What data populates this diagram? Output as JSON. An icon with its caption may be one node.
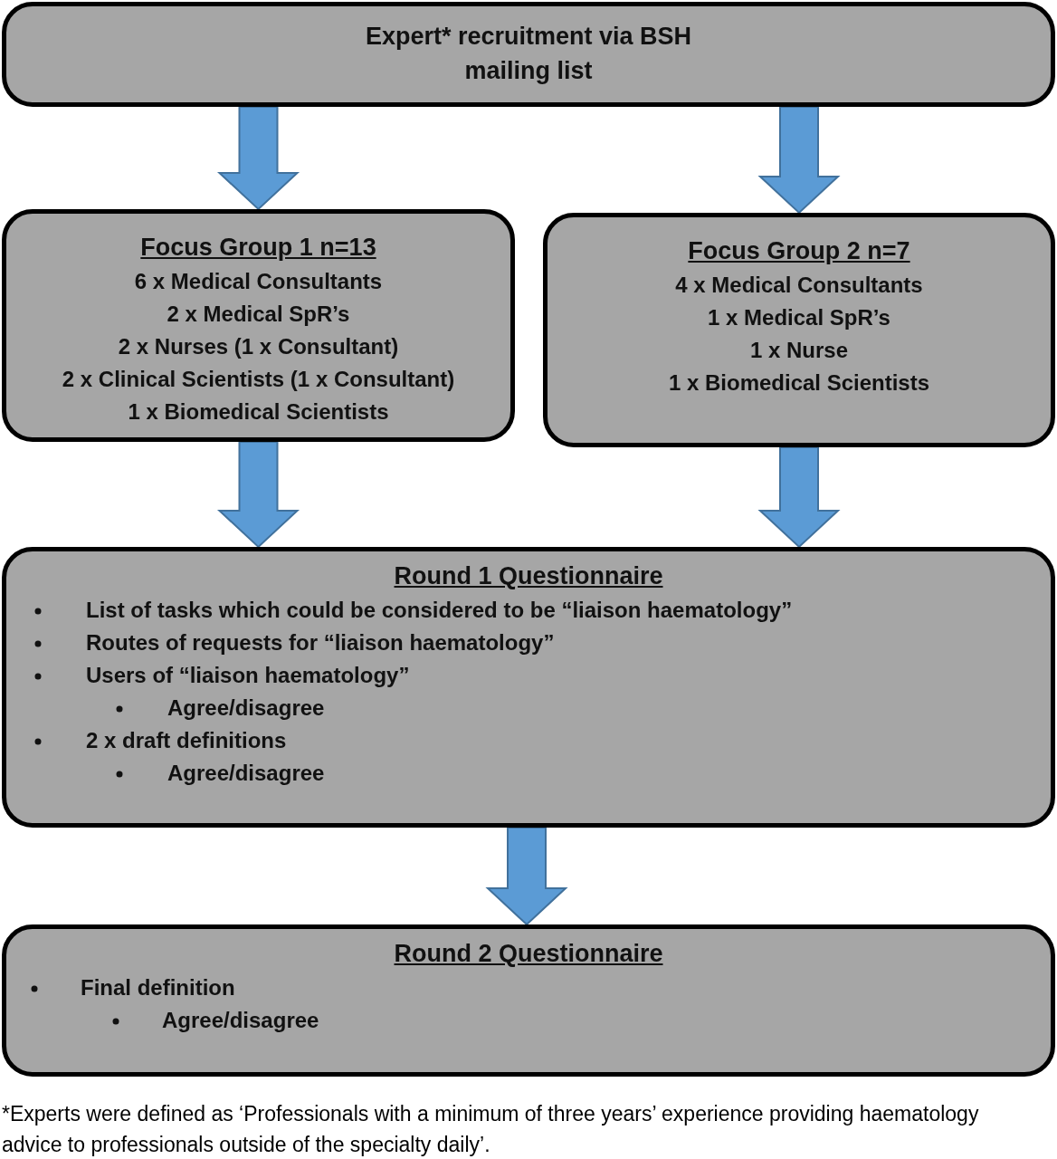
{
  "diagram": {
    "nodes": [
      {
        "text": [
          "Expert* recruitment via BSH mailing list"
        ]
      },
      {
        "text": [
          "Focus Group 1 n=13",
          "6 x Medical Consultants",
          "2 x Medical SpR’s",
          "2 x Nurses (1 x Consultant)",
          "2 x Clinical Scientists (1 x Consultant)",
          "1 x Biomedical Scientists"
        ]
      },
      {
        "text": [
          "Focus Group 2 n=7",
          "4 x Medical Consultants",
          "1 x Medical SpR’s",
          "1 x Nurse",
          "1 x Biomedical Scientists"
        ]
      },
      {
        "text": [
          "Round 1 Questionnaire",
          "List of tasks which could be considered to be “liaison haematology”",
          "Routes of requests for “liaison haematology”",
          "Users of “liaison haematology”",
          "Agree/disagree",
          "2 x draft definitions",
          "Agree/disagree"
        ]
      },
      {
        "text": [
          "Round 2 Questionnaire",
          "Final definition",
          "Agree/disagree"
        ]
      }
    ],
    "edges": [
      {
        "from": 0,
        "to": 1,
        "arrow": "to"
      },
      {
        "from": 0,
        "to": 2,
        "arrow": "to"
      },
      {
        "from": 1,
        "to": 3,
        "arrow": "to"
      },
      {
        "from": 2,
        "to": 3,
        "arrow": "to"
      },
      {
        "from": 3,
        "to": 4,
        "arrow": "to"
      }
    ],
    "caption": "*Experts were defined as ‘Professionals with a minimum of three years’ experience providing haematology advice to professionals outside of the specialty daily’."
  }
}
